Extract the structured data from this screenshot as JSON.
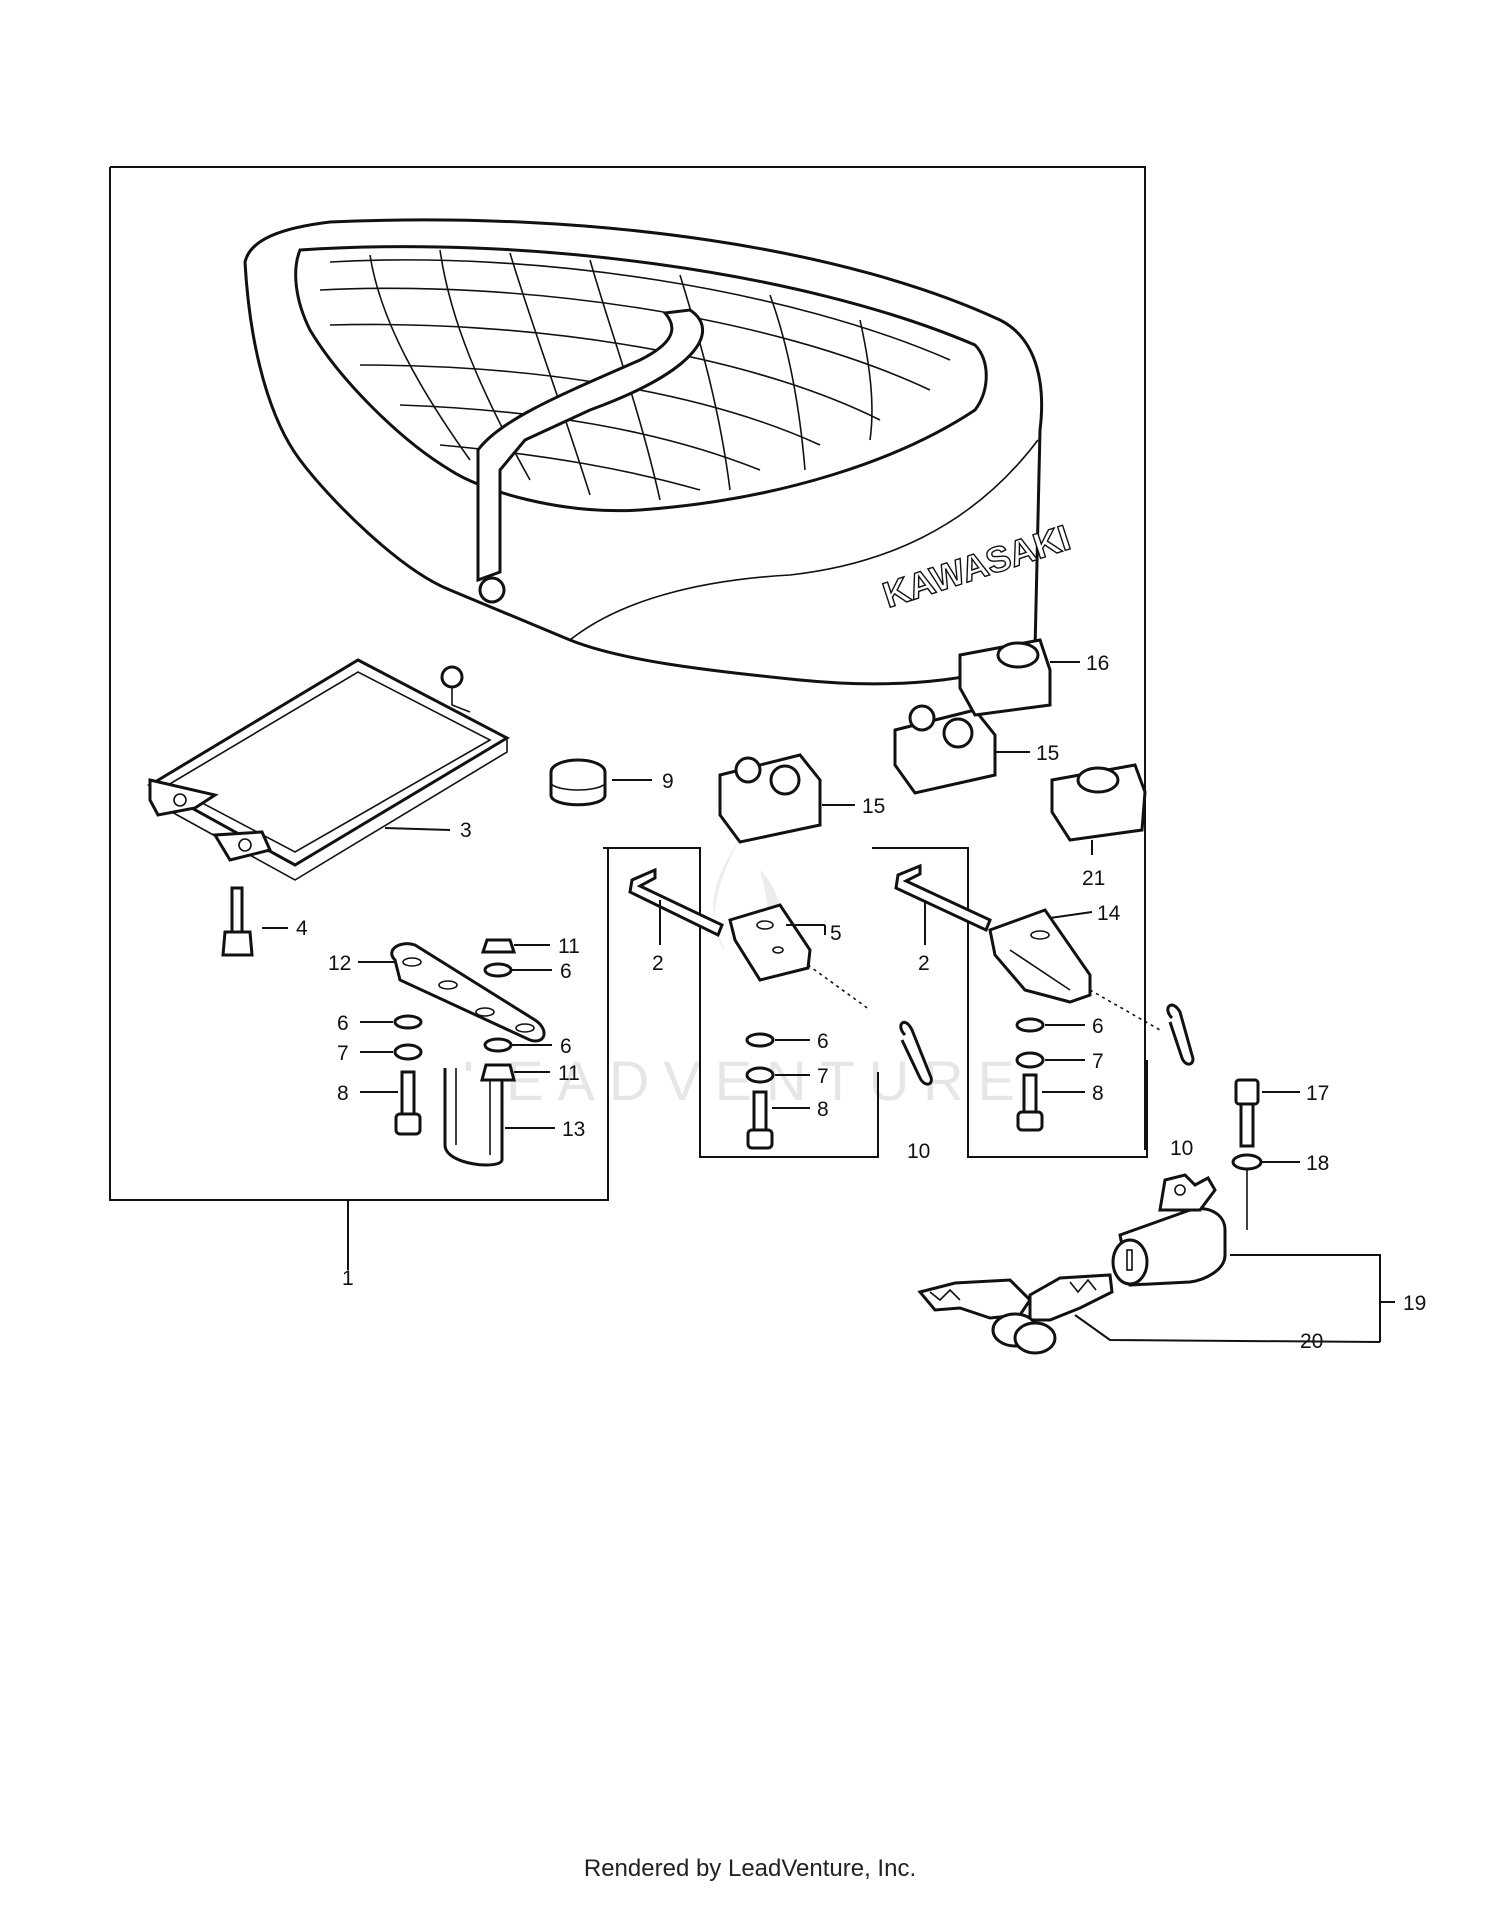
{
  "seat_logo_text": "KAWASAKI",
  "watermark_text": "LEADVENTURE",
  "footer": "Rendered by LeadVenture, Inc.",
  "callouts": {
    "c1": "1",
    "c2a": "2",
    "c2b": "2",
    "c3": "3",
    "c4": "4",
    "c5": "5",
    "c6a": "6",
    "c6b": "6",
    "c6c": "6",
    "c6d": "6",
    "c6e": "6",
    "c7a": "7",
    "c7b": "7",
    "c7c": "7",
    "c8a": "8",
    "c8b": "8",
    "c8c": "8",
    "c9": "9",
    "c10a": "10",
    "c10b": "10",
    "c11a": "11",
    "c11b": "11",
    "c12": "12",
    "c13": "13",
    "c14": "14",
    "c15a": "15",
    "c15b": "15",
    "c16": "16",
    "c17": "17",
    "c18": "18",
    "c19": "19",
    "c20": "20",
    "c21": "21"
  }
}
